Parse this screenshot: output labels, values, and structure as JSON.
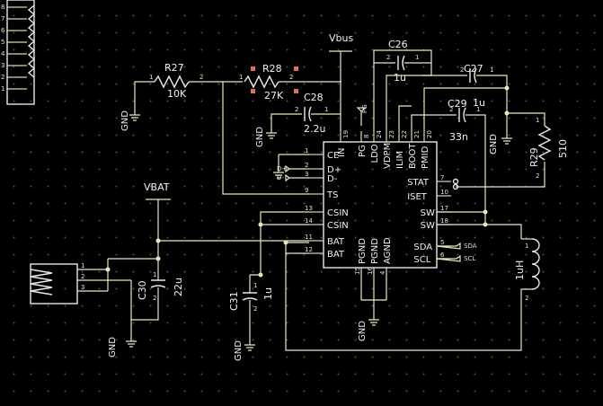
{
  "connector_top": {
    "pins": [
      "8",
      "7",
      "6",
      "5",
      "4",
      "3",
      "2",
      "1"
    ]
  },
  "r27": {
    "ref": "R27",
    "value": "10K",
    "pin1": "1",
    "pin2": "2"
  },
  "r28": {
    "ref": "R28",
    "value": "27K",
    "pin1": "1",
    "pin2": "2"
  },
  "r29": {
    "ref": "R29",
    "value": "510",
    "pin1": "1",
    "pin2": "2"
  },
  "c26": {
    "ref": "C26",
    "value": "1u",
    "pin1": "1",
    "pin2": "2"
  },
  "c27": {
    "ref": "C27",
    "value": "1u",
    "pin1": "1",
    "pin2": "2"
  },
  "c28": {
    "ref": "C28",
    "value": "2.2u",
    "pin1": "1",
    "pin2": "2"
  },
  "c29": {
    "ref": "C29",
    "value": "33n",
    "pin1": "1",
    "pin2": "2"
  },
  "c30": {
    "ref": "C30",
    "value": "22u",
    "pin1": "1",
    "pin2": "2"
  },
  "c31": {
    "ref": "C31",
    "value": "1u",
    "pin1": "1",
    "pin2": "2"
  },
  "l1": {
    "value": "1uH",
    "pin1": "1",
    "pin2": "2"
  },
  "vbus": "Vbus",
  "vbat": "VBAT",
  "gnd": "GND",
  "ic": {
    "left": [
      {
        "name": "CE",
        "num": "1"
      },
      {
        "name": "D+",
        "num": "2"
      },
      {
        "name": "D-",
        "num": "3"
      },
      {
        "name": "TS",
        "num": "9"
      },
      {
        "name": "CSIN",
        "num": "13"
      },
      {
        "name": "CSIN",
        "num": "14"
      },
      {
        "name": "BAT",
        "num": "11"
      },
      {
        "name": "BAT",
        "num": "12"
      }
    ],
    "top": [
      {
        "name": "IN",
        "num": "19"
      },
      {
        "name": "PG",
        "num": "8"
      },
      {
        "name": "LDO",
        "num": "24"
      },
      {
        "name": "VDPM",
        "num": "23"
      },
      {
        "name": "ILIM",
        "num": "22"
      },
      {
        "name": "BOOT",
        "num": "21"
      },
      {
        "name": "PMID",
        "num": "20"
      }
    ],
    "right": [
      {
        "name": "STAT",
        "num": "7"
      },
      {
        "name": "ISET",
        "num": "10"
      },
      {
        "name": "SW",
        "num": "17"
      },
      {
        "name": "SW",
        "num": "18"
      },
      {
        "name": "SDA",
        "num": "5"
      },
      {
        "name": "SCL",
        "num": "6"
      }
    ],
    "bottom": [
      {
        "name": "PGND",
        "num": "15"
      },
      {
        "name": "PGND",
        "num": "16"
      },
      {
        "name": "AGND",
        "num": "4"
      }
    ]
  },
  "net_labels": {
    "pg": "PG",
    "dplus": "D+",
    "dminus": "D-",
    "sda": "SDA",
    "scl": "SCL"
  },
  "connector_bat": {
    "pins": [
      "1",
      "2",
      "3"
    ]
  }
}
